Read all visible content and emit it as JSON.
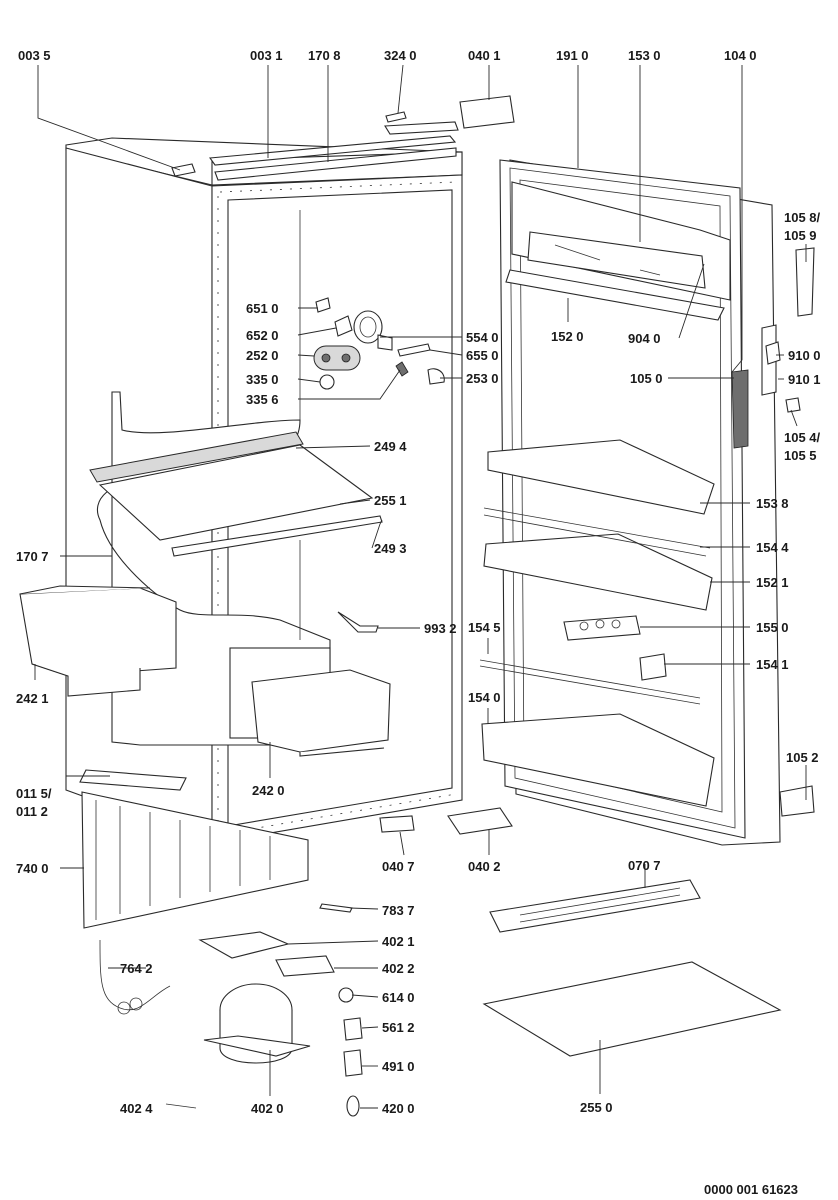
{
  "labels": {
    "l0035": "003 5",
    "l0031": "003 1",
    "l1708": "170 8",
    "l3240": "324 0",
    "l0401": "040 1",
    "l1910": "191 0",
    "l1530": "153 0",
    "l1040": "104 0",
    "l1058": "105 8/",
    "l1059": "105 9",
    "l6510": "651 0",
    "l6520": "652 0",
    "l5540": "554 0",
    "l2520": "252 0",
    "l6550": "655 0",
    "l3350": "335 0",
    "l2530": "253 0",
    "l3356": "335 6",
    "l1520": "152 0",
    "l9040": "904 0",
    "l9100": "910 0",
    "l1050": "105 0",
    "l9101": "910 1",
    "l1054": "105 4/",
    "l1055": "105 5",
    "l2494": "249 4",
    "l2551": "255 1",
    "l2493": "249 3",
    "l1538": "153 8",
    "l1707": "170 7",
    "l1544": "154 4",
    "l1521": "152 1",
    "l9932": "993 2",
    "l1545": "154 5",
    "l1550": "155 0",
    "l1541": "154 1",
    "l2421": "242 1",
    "l1540": "154 0",
    "l2420": "242 0",
    "l0115": "011 5/",
    "l0112": "011 2",
    "l1052": "105 2",
    "l0407": "040 7",
    "l0402": "040 2",
    "l7400": "740 0",
    "l0707": "070 7",
    "l7837": "783 7",
    "l4021": "402 1",
    "l7642": "764 2",
    "l4022": "402 2",
    "l6140": "614 0",
    "l5612": "561 2",
    "l4910": "491 0",
    "l4024": "402 4",
    "l4020": "402 0",
    "l4200": "420 0",
    "l2550": "255 0"
  },
  "drawing_number": "0000 001 61623"
}
